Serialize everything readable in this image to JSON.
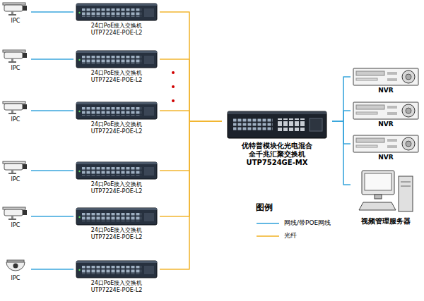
{
  "diagram": {
    "nodes": [
      {
        "text": [
          "IPC"
        ]
      },
      {
        "text": [
          "24口PoE接入交换机",
          "UTP7224E-POE-L2"
        ]
      },
      {
        "text": [
          "IPC"
        ]
      },
      {
        "text": [
          "24口PoE接入交换机",
          "UTP7224E-POE-L2"
        ]
      },
      {
        "text": [
          "IPC"
        ]
      },
      {
        "text": [
          "24口PoE接入交换机",
          "UTP7224E-POE-L2"
        ]
      },
      {
        "text": [
          "IPC"
        ]
      },
      {
        "text": [
          "24口PoE接入交换机",
          "UTP7224E-POE-L2"
        ]
      },
      {
        "text": [
          "IPC"
        ]
      },
      {
        "text": [
          "24口PoE接入交换机",
          "UTP7224E-POE-L2"
        ]
      },
      {
        "text": [
          "IPC"
        ]
      },
      {
        "text": [
          "24口PoE接入交换机",
          "UTP7224E-POE-L2"
        ]
      },
      {
        "text": [
          "优特普模块化光电混合 全千兆汇聚交换机",
          "UTP7524GE-MX"
        ]
      },
      {
        "text": [
          "NVR"
        ]
      },
      {
        "text": [
          "NVR"
        ]
      },
      {
        "text": [
          "NVR"
        ]
      },
      {
        "text": [
          "视频管理服务器"
        ]
      }
    ],
    "edges": [
      {
        "from": 0,
        "to": 1,
        "arrow": "none"
      },
      {
        "from": 2,
        "to": 3,
        "arrow": "none"
      },
      {
        "from": 4,
        "to": 5,
        "arrow": "none"
      },
      {
        "from": 6,
        "to": 7,
        "arrow": "none"
      },
      {
        "from": 8,
        "to": 9,
        "arrow": "none"
      },
      {
        "from": 10,
        "to": 11,
        "arrow": "none"
      },
      {
        "from": 1,
        "to": 12,
        "arrow": "none"
      },
      {
        "from": 3,
        "to": 12,
        "arrow": "none"
      },
      {
        "from": 5,
        "to": 12,
        "arrow": "none"
      },
      {
        "from": 7,
        "to": 12,
        "arrow": "none"
      },
      {
        "from": 9,
        "to": 12,
        "arrow": "none"
      },
      {
        "from": 11,
        "to": 12,
        "arrow": "none"
      },
      {
        "from": 12,
        "to": 13,
        "arrow": "none"
      },
      {
        "from": 12,
        "to": 14,
        "arrow": "none"
      },
      {
        "from": 12,
        "to": 15,
        "arrow": "none"
      },
      {
        "from": 12,
        "to": 16,
        "arrow": "none"
      }
    ],
    "labels": [
      "图例"
    ],
    "legend": [
      {
        "text": "网线/带POE网线"
      },
      {
        "text": "光纤"
      }
    ]
  }
}
